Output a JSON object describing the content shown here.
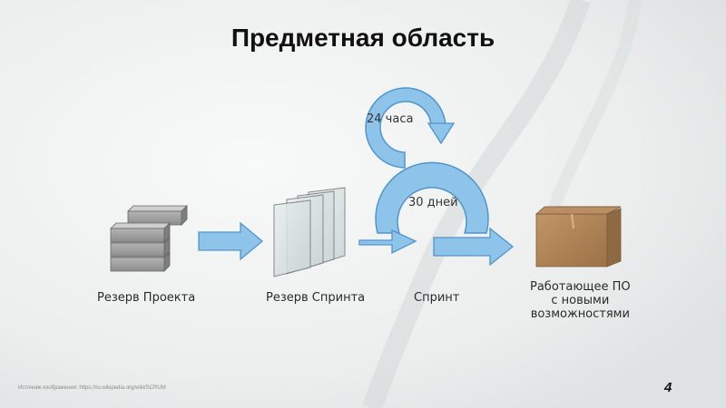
{
  "slide": {
    "title": "Предметная область",
    "page_number": "4",
    "source": "Источник изображения: https://ru.wikipedia.org/wiki/SCRUM"
  },
  "diagram": {
    "stages": [
      {
        "label": "Резерв Проекта",
        "icon": "stacked-blocks-icon"
      },
      {
        "label": "Резерв Спринта",
        "icon": "glass-panels-icon"
      },
      {
        "label": "Спринт",
        "icon": "sprint-loop-icon"
      },
      {
        "label": "Работающее ПО с новыми возможностями",
        "label_lines": [
          "Работающее ПО",
          "с новыми",
          "возможностями"
        ],
        "icon": "box-icon"
      }
    ],
    "daily_loop_label": "24 часа",
    "sprint_loop_label": "30 дней",
    "colors": {
      "arrow_fill": "#8fc4ea",
      "arrow_stroke": "#4f95cc",
      "block_fill": "#a6a6a6",
      "box_fill": "#b48a5e"
    }
  }
}
